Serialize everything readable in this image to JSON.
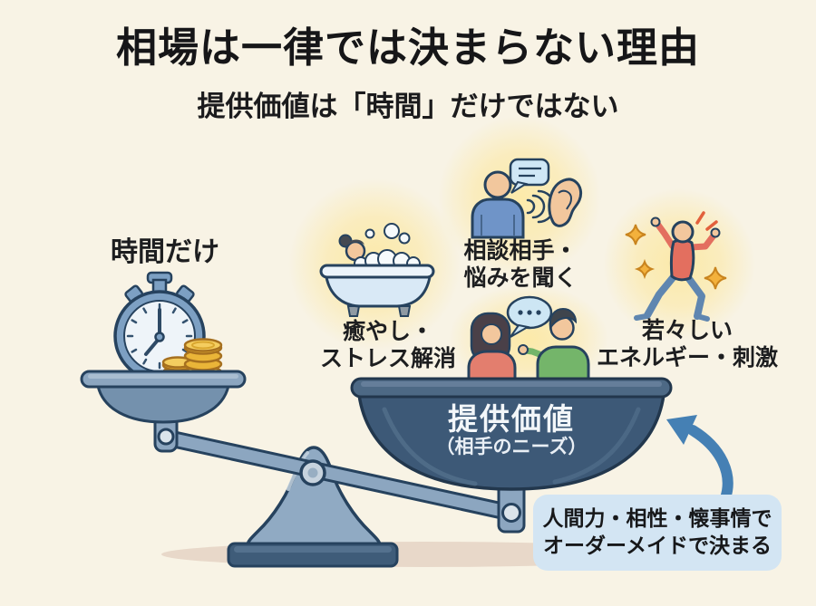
{
  "header": {
    "title": "相場は一律では決まらない理由",
    "subtitle": "提供価値は「時間」だけではない"
  },
  "scale": {
    "left_label": "時間だけ",
    "bowl_label": "提供価値",
    "bowl_sublabel": "（相手のニーズ）"
  },
  "value_items": [
    {
      "name": "healing",
      "icon": "bathtub-icon",
      "lines": [
        "癒やし・",
        "ストレス解消"
      ]
    },
    {
      "name": "consultation",
      "icon": "listening-ear-icon",
      "lines": [
        "相談相手・",
        "悩みを聞く"
      ]
    },
    {
      "name": "energy",
      "icon": "dancing-person-icon",
      "lines": [
        "若々しい",
        "エネルギー・刺激"
      ]
    }
  ],
  "note": {
    "lines": [
      "人間力・相性・懐事情で",
      "オーダーメイドで決まる"
    ]
  },
  "colors": {
    "background": "#f8f3e5",
    "text": "#1d1e20",
    "steel": "#8ca6c0",
    "steel_dark": "#3f5c79",
    "outline": "#26425e",
    "bowl": "#3d5977",
    "bowl_rim": "#4d6985",
    "gold_coin": "#eab538",
    "glow": "#fbe7a0",
    "arrow": "#4580b4",
    "note_box": "#d3e5f3",
    "skin": "#f2c79d",
    "red_top": "#e37e6e",
    "green_top": "#74b56a",
    "blue_shirt": "#6f94c8",
    "red_shirt": "#e36f5f",
    "shadow": "#e8d8c9"
  }
}
